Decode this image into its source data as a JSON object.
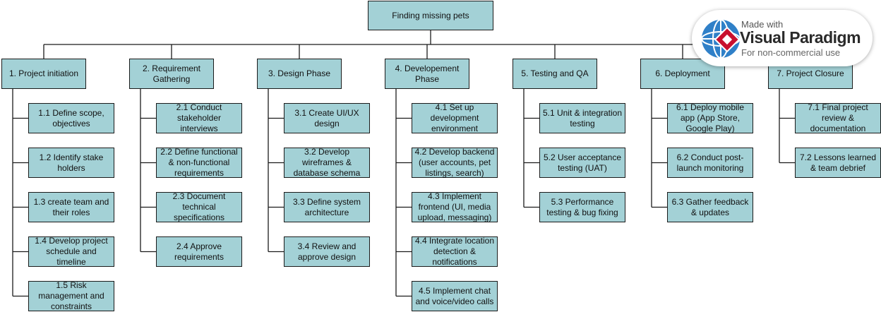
{
  "diagram": {
    "root": "Finding missing pets",
    "phases": [
      {
        "label": "1. Project initiation",
        "tasks": [
          "1.1 Define scope, objectives",
          "1.2 Identify stake holders",
          "1.3 create team and their roles",
          "1.4 Develop project schedule and timeline",
          "1.5 Risk management and constraints"
        ]
      },
      {
        "label": "2. Requirement Gathering",
        "tasks": [
          "2.1 Conduct stakeholder interviews",
          "2.2 Define functional & non-functional requirements",
          "2.3 Document technical specifications",
          "2.4 Approve requirements"
        ]
      },
      {
        "label": "3. Design Phase",
        "tasks": [
          "3.1 Create UI/UX design",
          "3.2 Develop wireframes & database schema",
          "3.3 Define system architecture",
          "3.4 Review and approve design"
        ]
      },
      {
        "label": "4. Developement Phase",
        "tasks": [
          "4.1 Set up development environment",
          "4.2 Develop backend (user accounts, pet listings, search)",
          "4.3 Implement frontend (UI, media upload, messaging)",
          "4.4 Integrate location detection & notifications",
          "4.5 Implement chat and voice/video calls"
        ]
      },
      {
        "label": "5. Testing and QA",
        "tasks": [
          "5.1 Unit & integration testing",
          "5.2 User acceptance testing (UAT)",
          "5.3 Performance testing & bug fixing"
        ]
      },
      {
        "label": "6. Deployment",
        "tasks": [
          "6.1 Deploy mobile app (App Store, Google Play)",
          "6.2 Conduct post-launch monitoring",
          "6.3 Gather feedback & updates"
        ]
      },
      {
        "label": "7. Project Closure",
        "tasks": [
          "7.1 Final project review & documentation",
          "7.2 Lessons learned & team debrief"
        ]
      }
    ]
  },
  "watermark": {
    "line1": "Made with",
    "line2": "Visual Paradigm",
    "line3": "For non-commercial use"
  },
  "colors": {
    "box_fill": "#a3d1d6",
    "line": "#1b1b1b"
  }
}
